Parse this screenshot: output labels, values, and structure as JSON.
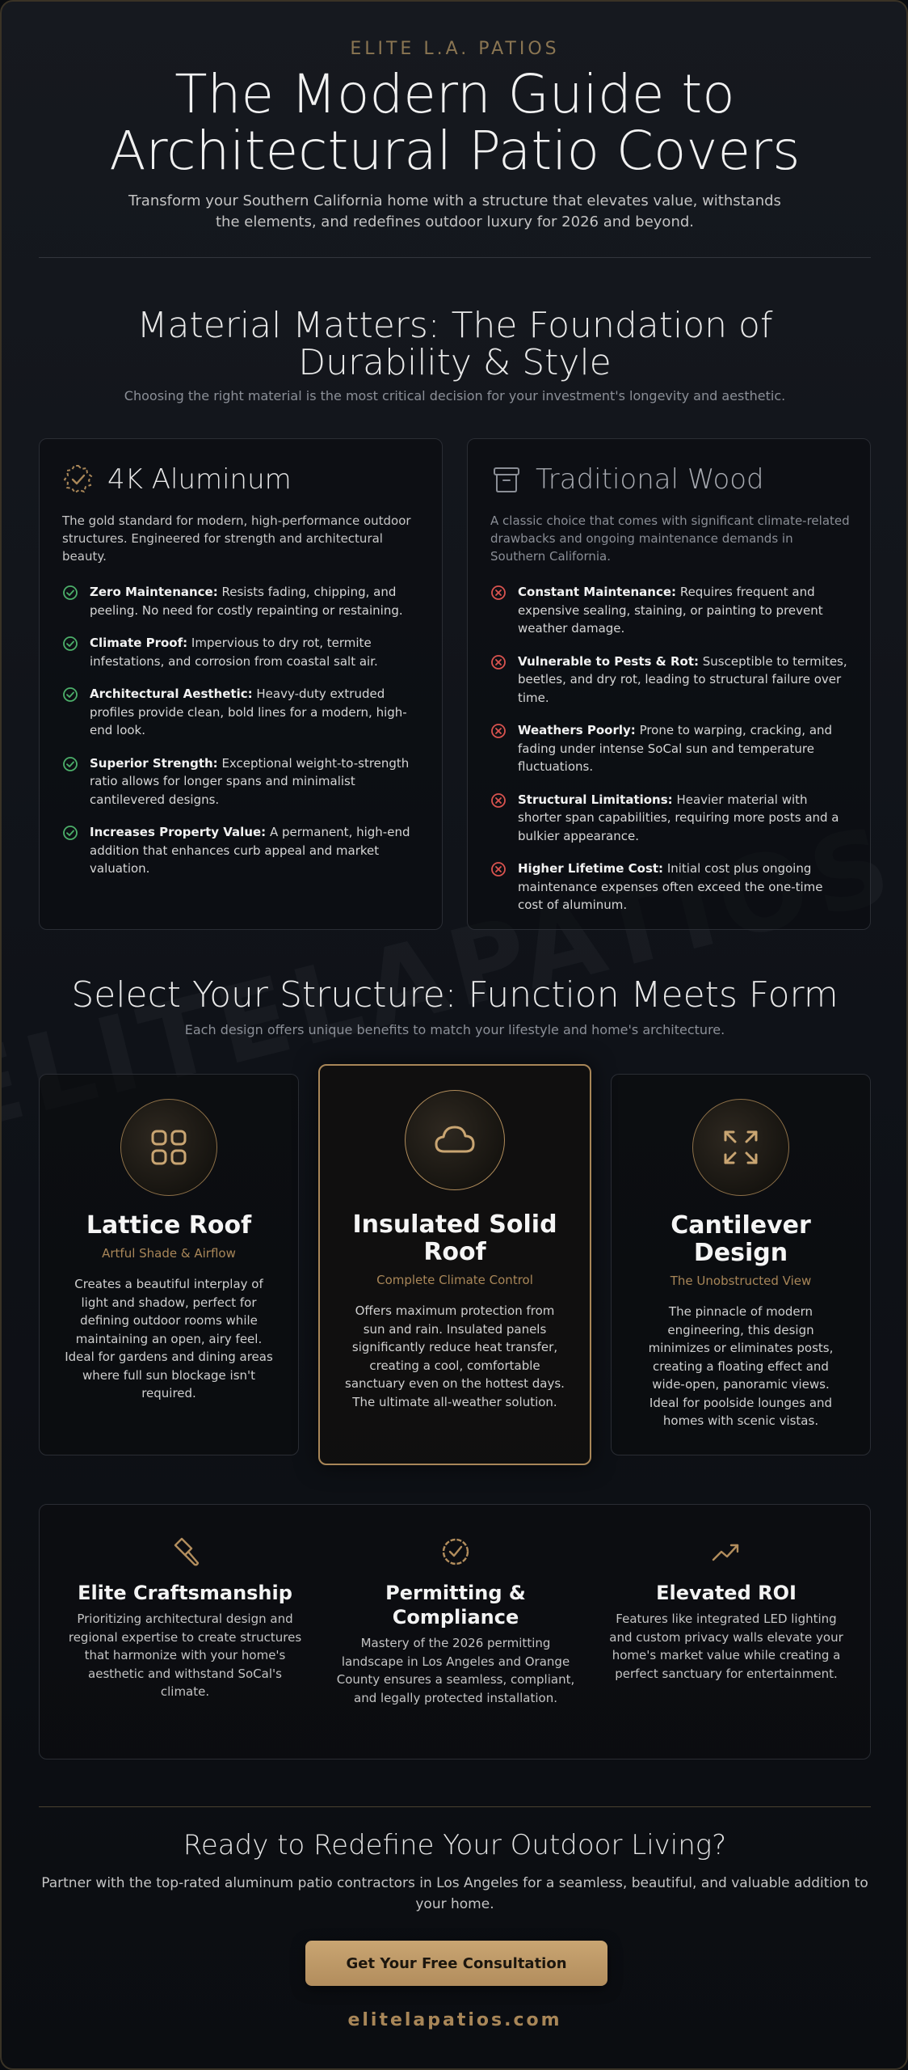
{
  "header": {
    "brand": "ELITE L.A. PATIOS",
    "title": "The Modern Guide to Architectural Patio Covers",
    "subtitle": "Transform your Southern California home with a structure that elevates value, withstands the elements, and redefines outdoor luxury for 2026 and beyond."
  },
  "watermark": "ELITELAPATIOS.COM",
  "materials": {
    "title": "Material Matters: The Foundation of Durability & Style",
    "subtitle": "Choosing the right material is the most critical decision for your investment's longevity and aesthetic.",
    "aluminum": {
      "icon": "badge-check-icon",
      "name": "4K Aluminum",
      "description": "The gold standard for modern, high-performance outdoor structures. Engineered for strength and architectural beauty.",
      "features": [
        {
          "label": "Zero Maintenance:",
          "text": " Resists fading, chipping, and peeling. No need for costly repainting or restaining."
        },
        {
          "label": "Climate Proof:",
          "text": " Impervious to dry rot, termite infestations, and corrosion from coastal salt air."
        },
        {
          "label": "Architectural Aesthetic:",
          "text": " Heavy-duty extruded profiles provide clean, bold lines for a modern, high-end look."
        },
        {
          "label": "Superior Strength:",
          "text": " Exceptional weight-to-strength ratio allows for longer spans and minimalist cantilevered designs."
        },
        {
          "label": "Increases Property Value:",
          "text": " A permanent, high-end addition that enhances curb appeal and market valuation."
        }
      ]
    },
    "wood": {
      "icon": "archive-box-icon",
      "name": "Traditional Wood",
      "description": "A classic choice that comes with significant climate-related drawbacks and ongoing maintenance demands in Southern California.",
      "features": [
        {
          "label": "Constant Maintenance:",
          "text": " Requires frequent and expensive sealing, staining, or painting to prevent weather damage."
        },
        {
          "label": "Vulnerable to Pests & Rot:",
          "text": " Susceptible to termites, beetles, and dry rot, leading to structural failure over time."
        },
        {
          "label": "Weathers Poorly:",
          "text": " Prone to warping, cracking, and fading under intense SoCal sun and temperature fluctuations."
        },
        {
          "label": "Structural Limitations:",
          "text": " Heavier material with shorter span capabilities, requiring more posts and a bulkier appearance."
        },
        {
          "label": "Higher Lifetime Cost:",
          "text": " Initial cost plus ongoing maintenance expenses often exceed the one-time cost of aluminum."
        }
      ]
    }
  },
  "structures": {
    "title": "Select Your Structure: Function Meets Form",
    "subtitle": "Each design offers unique benefits to match your lifestyle and home's architecture.",
    "items": [
      {
        "icon": "grid-squares-icon",
        "title": "Lattice Roof",
        "tag": "Artful Shade & Airflow",
        "description": "Creates a beautiful interplay of light and shadow, perfect for defining outdoor rooms while maintaining an open, airy feel. Ideal for gardens and dining areas where full sun blockage isn't required."
      },
      {
        "icon": "cloud-icon",
        "title": "Insulated Solid Roof",
        "tag": "Complete Climate Control",
        "description": "Offers maximum protection from sun and rain. Insulated panels significantly reduce heat transfer, creating a cool, comfortable sanctuary even on the hottest days. The ultimate all-weather solution."
      },
      {
        "icon": "expand-arrows-icon",
        "title": "Cantilever Design",
        "tag": "The Unobstructed View",
        "description": "The pinnacle of modern engineering, this design minimizes or eliminates posts, creating a floating effect and wide-open, panoramic views. Ideal for poolside lounges and homes with scenic vistas."
      }
    ]
  },
  "benefits": [
    {
      "icon": "hammer-icon",
      "title": "Elite Craftsmanship",
      "description": "Prioritizing architectural design and regional expertise to create structures that harmonize with your home's aesthetic and withstand SoCal's climate."
    },
    {
      "icon": "seal-check-icon",
      "title": "Permitting & Compliance",
      "description": "Mastery of the 2026 permitting landscape in Los Angeles and Orange County ensures a seamless, compliant, and legally protected installation."
    },
    {
      "icon": "trending-up-icon",
      "title": "Elevated ROI",
      "description": "Features like integrated LED lighting and custom privacy walls elevate your home's market value while creating a perfect sanctuary for entertainment."
    }
  ],
  "cta": {
    "title": "Ready to Redefine Your Outdoor Living?",
    "subtitle": "Partner with the top-rated aluminum patio contractors in Los Angeles for a seamless, beautiful, and valuable addition to your home.",
    "button": "Get Your Free Consultation",
    "site": "elitelapatios.com"
  },
  "colors": {
    "accent": "#a88658",
    "check": "#4caf6a",
    "cross": "#d9534f",
    "background": "#0f1218"
  }
}
